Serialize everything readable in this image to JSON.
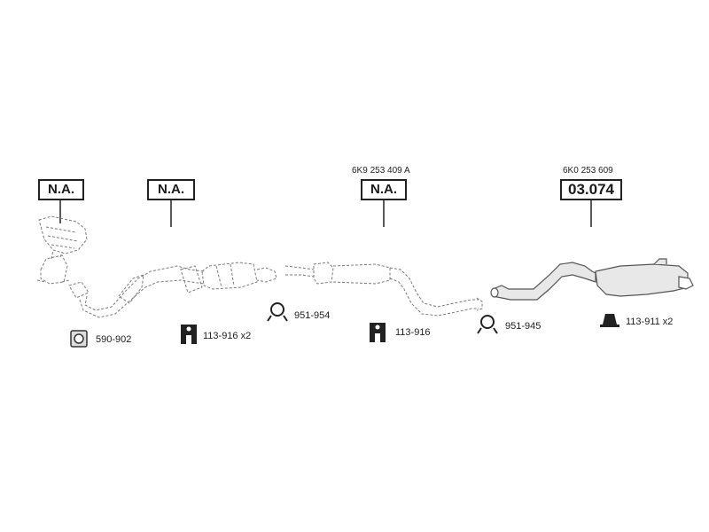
{
  "segments": [
    {
      "code": "N.A.",
      "part_number": ""
    },
    {
      "code": "N.A.",
      "part_number": ""
    },
    {
      "code": "N.A.",
      "part_number": "6K9 253 409 A"
    },
    {
      "code": "03.074",
      "part_number": "6K0 253 609"
    }
  ],
  "accessories": [
    {
      "icon": "gasket-icon",
      "label": "590-902"
    },
    {
      "icon": "rubber-mount-icon",
      "label": "113-916 x2"
    },
    {
      "icon": "pipe-clamp-icon",
      "label": "951-954"
    },
    {
      "icon": "rubber-mount-icon",
      "label": "113-916"
    },
    {
      "icon": "pipe-clamp-icon",
      "label": "951-945"
    },
    {
      "icon": "bracket-mount-icon",
      "label": "113-911 x2"
    }
  ],
  "colors": {
    "line": "#222222",
    "dashed": "#7a7a7a",
    "solid_part": "#555555"
  }
}
